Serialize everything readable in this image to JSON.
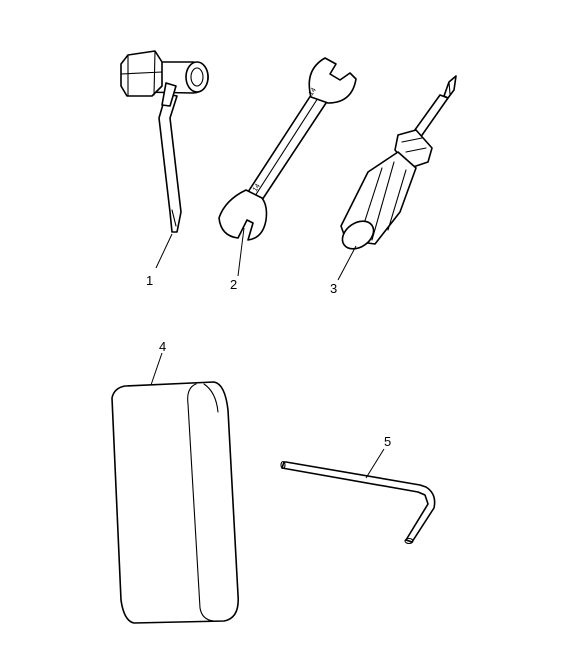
{
  "diagram": {
    "callouts": [
      {
        "number": "1",
        "part": "spark-plug-wrench"
      },
      {
        "number": "2",
        "part": "open-end-wrench"
      },
      {
        "number": "3",
        "part": "screwdriver"
      },
      {
        "number": "4",
        "part": "tool-pouch"
      },
      {
        "number": "5",
        "part": "hex-key"
      }
    ],
    "stroke_color": "#000000",
    "background_color": "#ffffff"
  }
}
